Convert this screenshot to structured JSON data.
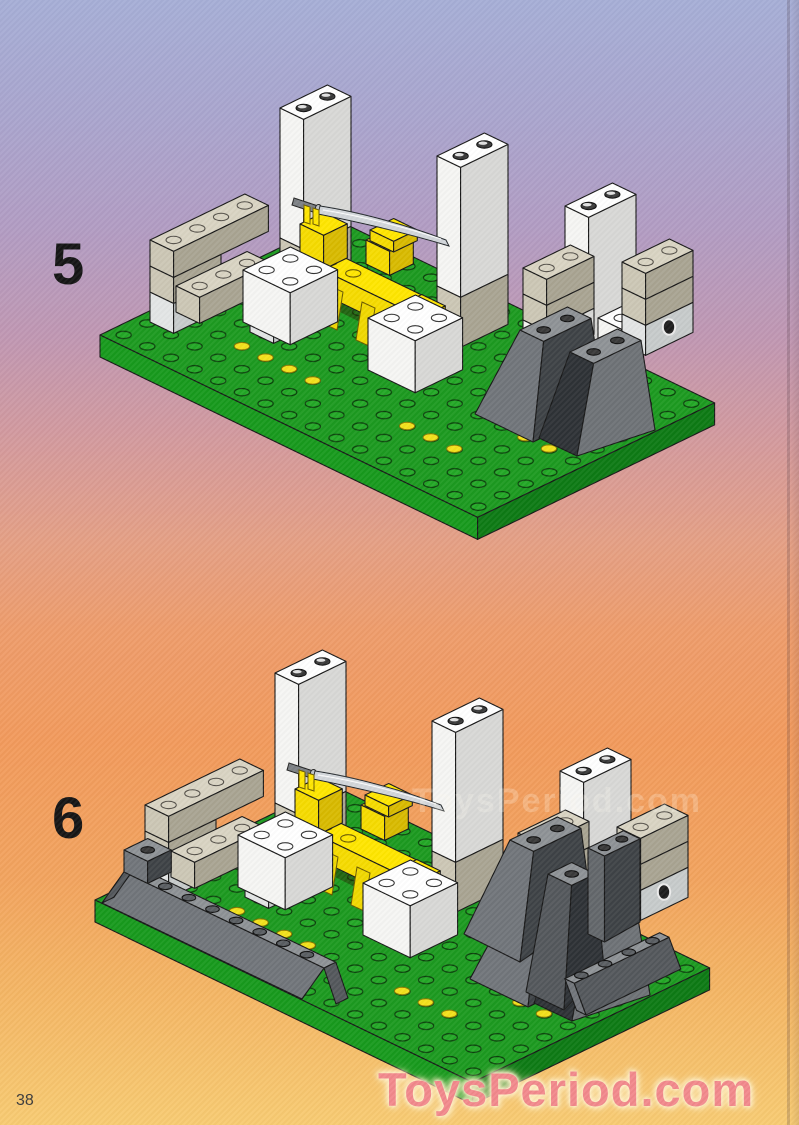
{
  "page": {
    "number": "38",
    "background": {
      "top": "#a6aed6",
      "upper_mid": "#bb98b6",
      "mid": "#df9e8b",
      "lower_mid": "#f19a5e",
      "bottom": "#f8cb72"
    }
  },
  "steps": [
    {
      "label": "5",
      "description": "Green baseplate with three tall white pillars, tan brick wall, yellow katana stand, two white 2x2 bricks and two dark grey rock slopes"
    },
    {
      "label": "6",
      "description": "Same assembly with dark grey rock slopes added along the front and right edges and a larger rock formation in the centre"
    }
  ],
  "watermark": {
    "text": "ToysPeriod.com",
    "color": "#f2898c",
    "glow": "#fdeebc"
  },
  "ghost_watermark": {
    "text": "ToysPeriod.com"
  },
  "model": {
    "baseplate_studs": "16 x 10",
    "baseplate_color": "#1c9a20",
    "piece_colors": {
      "white": "#ffffff",
      "tan": "#d9d4c3",
      "light_grey": "#eff1ef",
      "yellow": "#ffe600",
      "dark_grey_rock": "#71757a",
      "yellow_stud_marker": "#f3e11c",
      "katana_blade": "#d2d6da"
    }
  }
}
